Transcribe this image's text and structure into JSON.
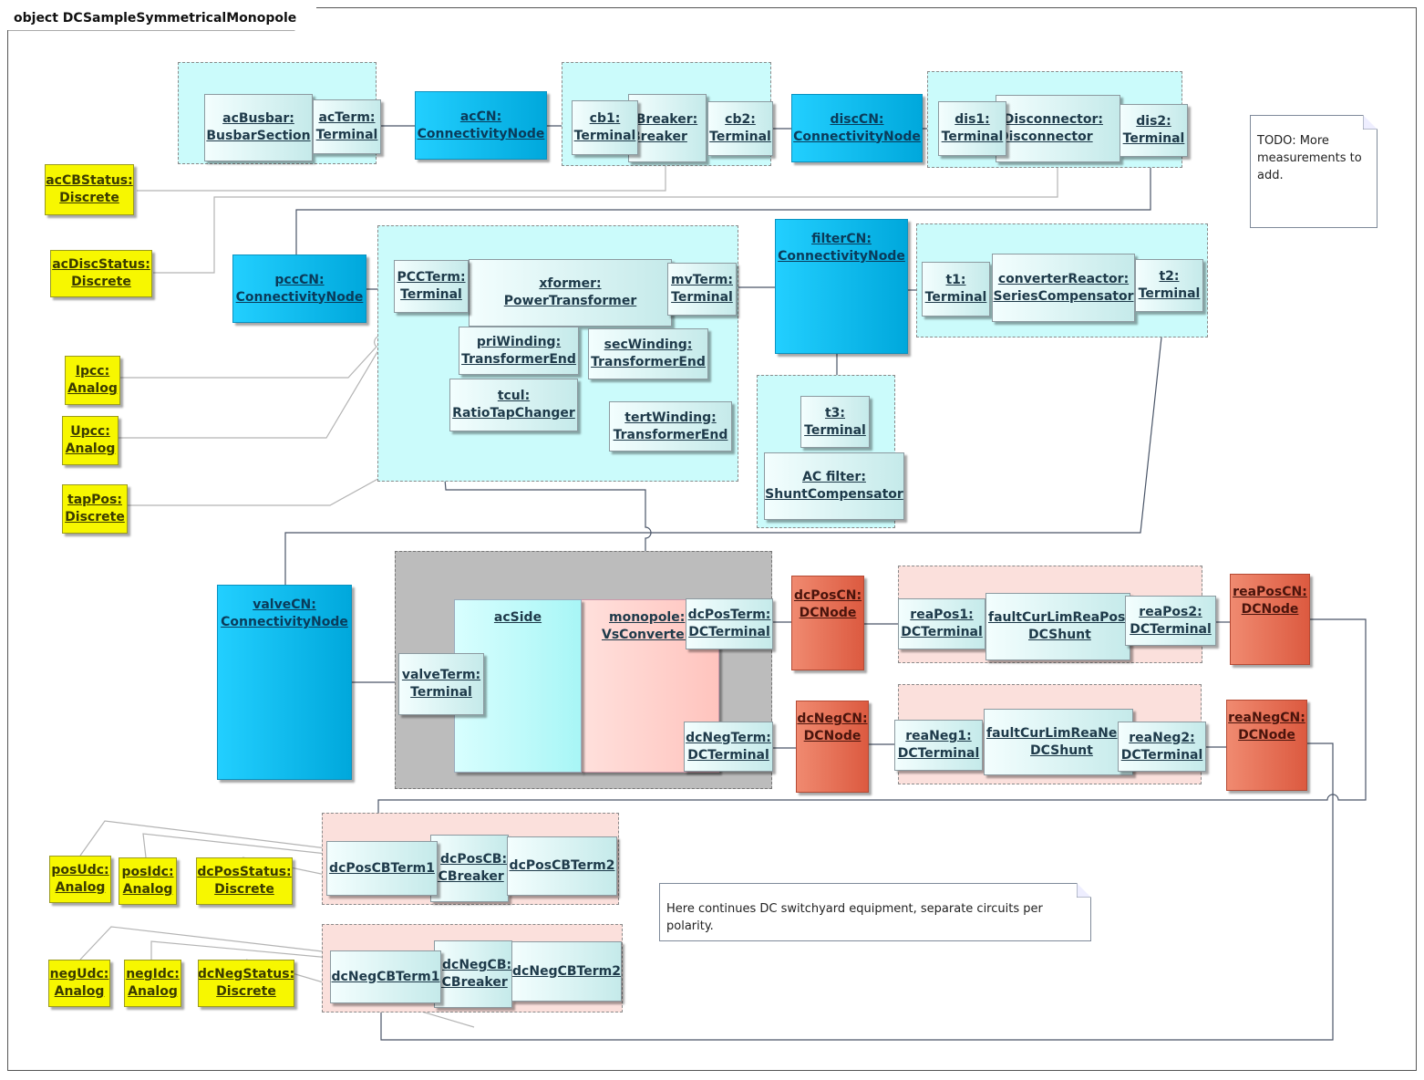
{
  "diagram": {
    "title": "object DCSampleSymmetricalMonopole",
    "colors": {
      "terminal": "#d6f2f2",
      "connectivity_node": "#00b9ee",
      "dc_node": "#e26a4e",
      "measurement": "#f7f700",
      "ac_group": "#cbfbfb",
      "dc_group": "#fbe0dc",
      "converter_group": "#bcbcbc"
    },
    "objects": {
      "acBusbar": {
        "name": "acBusbar:",
        "cls": "BusbarSection"
      },
      "acTerm": {
        "name": "acTerm:",
        "cls": "Terminal"
      },
      "acCN": {
        "name": "acCN:",
        "cls": "ConnectivityNode"
      },
      "cb1": {
        "name": "cb1:",
        "cls": "Terminal"
      },
      "acBreaker": {
        "name": "acBreaker:",
        "cls": "Breaker"
      },
      "cb2": {
        "name": "cb2:",
        "cls": "Terminal"
      },
      "discCN": {
        "name": "discCN:",
        "cls": "ConnectivityNode"
      },
      "dis1": {
        "name": "dis1:",
        "cls": "Terminal"
      },
      "acDisconnector": {
        "name": "acDisconnector:",
        "cls": "Disconnector"
      },
      "dis2": {
        "name": "dis2:",
        "cls": "Terminal"
      },
      "acCBStatus": {
        "name": "acCBStatus:",
        "cls": "Discrete"
      },
      "acDiscStatus": {
        "name": "acDiscStatus:",
        "cls": "Discrete"
      },
      "pccCN": {
        "name": "pccCN:",
        "cls": "ConnectivityNode"
      },
      "PCCTerm": {
        "name": "PCCTerm:",
        "cls": "Terminal"
      },
      "xformer": {
        "name": "xformer:",
        "cls": "PowerTransformer"
      },
      "mvTerm": {
        "name": "mvTerm:",
        "cls": "Terminal"
      },
      "priWinding": {
        "name": "priWinding:",
        "cls": "TransformerEnd"
      },
      "secWinding": {
        "name": "secWinding:",
        "cls": "TransformerEnd"
      },
      "tcul": {
        "name": "tcul:",
        "cls": "RatioTapChanger"
      },
      "tertWinding": {
        "name": "tertWinding:",
        "cls": "TransformerEnd"
      },
      "filterCN": {
        "name": "filterCN:",
        "cls": "ConnectivityNode"
      },
      "t1": {
        "name": "t1:",
        "cls": "Terminal"
      },
      "converterReactor": {
        "name": "converterReactor:",
        "cls": "SeriesCompensator"
      },
      "t2": {
        "name": "t2:",
        "cls": "Terminal"
      },
      "t3": {
        "name": "t3:",
        "cls": "Terminal"
      },
      "acFilter": {
        "name": "AC filter:",
        "cls": "ShuntCompensator"
      },
      "Ipcc": {
        "name": "Ipcc:",
        "cls": "Analog"
      },
      "Upcc": {
        "name": "Upcc:",
        "cls": "Analog"
      },
      "tapPos": {
        "name": "tapPos:",
        "cls": "Discrete"
      },
      "valveCN": {
        "name": "valveCN:",
        "cls": "ConnectivityNode"
      },
      "acSide": {
        "name": "acSide"
      },
      "monopole": {
        "name": "monopole:",
        "cls": "VsConverter"
      },
      "valveTerm": {
        "name": "valveTerm:",
        "cls": "Terminal"
      },
      "dcPosTerm": {
        "name": "dcPosTerm:",
        "cls": "DCTerminal"
      },
      "dcNegTerm": {
        "name": "dcNegTerm:",
        "cls": "DCTerminal"
      },
      "dcPosCN": {
        "name": "dcPosCN:",
        "cls": "DCNode"
      },
      "dcNegCN": {
        "name": "dcNegCN:",
        "cls": "DCNode"
      },
      "reaPos1": {
        "name": "reaPos1:",
        "cls": "DCTerminal"
      },
      "faultCurLimReaPos": {
        "name": "faultCurLimReaPos:",
        "cls": "DCShunt"
      },
      "reaPos2": {
        "name": "reaPos2:",
        "cls": "DCTerminal"
      },
      "reaPosCN": {
        "name": "reaPosCN:",
        "cls": "DCNode"
      },
      "reaNeg1": {
        "name": "reaNeg1:",
        "cls": "DCTerminal"
      },
      "faultCurLimReaNeg": {
        "name": "faultCurLimReaNeg:",
        "cls": "DCShunt"
      },
      "reaNeg2": {
        "name": "reaNeg2:",
        "cls": "DCTerminal"
      },
      "reaNegCN": {
        "name": "reaNegCN:",
        "cls": "DCNode"
      },
      "dcPosCBTerm1": {
        "name": "dcPosCBTerm1"
      },
      "dcPosCB": {
        "name": "dcPosCB:",
        "cls": "DCBreaker"
      },
      "dcPosCBTerm2": {
        "name": "dcPosCBTerm2"
      },
      "dcNegCBTerm1": {
        "name": "dcNegCBTerm1"
      },
      "dcNegCB": {
        "name": "dcNegCB:",
        "cls": "DCBreaker"
      },
      "dcNegCBTerm2": {
        "name": "dcNegCBTerm2"
      },
      "posUdc": {
        "name": "posUdc:",
        "cls": "Analog"
      },
      "posIdc": {
        "name": "posIdc:",
        "cls": "Analog"
      },
      "dcPosStatus": {
        "name": "dcPosStatus:",
        "cls": "Discrete"
      },
      "negUdc": {
        "name": "negUdc:",
        "cls": "Analog"
      },
      "negIdc": {
        "name": "negIdc:",
        "cls": "Analog"
      },
      "dcNegStatus": {
        "name": "dcNegStatus:",
        "cls": "Discrete"
      }
    },
    "notes": {
      "todo": "TODO: More measurements to add.",
      "dc_switchyard": "Here continues DC switchyard equipment, separate circuits per polarity."
    }
  }
}
